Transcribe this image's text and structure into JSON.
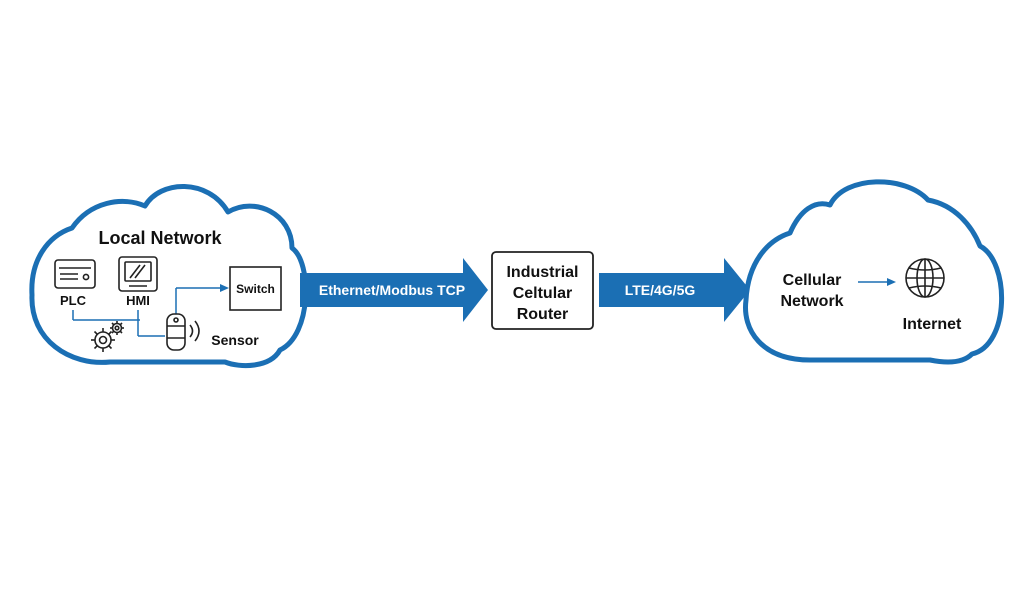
{
  "local_network": {
    "title": "Local Network",
    "plc_label": "PLC",
    "hmi_label": "HMI",
    "switch_label": "Switch",
    "sensor_label": "Sensor"
  },
  "link_left": {
    "label": "Ethernet/Modbus TCP"
  },
  "router": {
    "line1": "Industrial",
    "line2": "Celtular",
    "line3": "Router"
  },
  "link_right": {
    "label": "LTE/4G/5G"
  },
  "cellular": {
    "line1": "Cellular",
    "line2": "Network",
    "internet_label": "Internet"
  },
  "colors": {
    "primary_blue": "#1b6fb4",
    "text": "#111111",
    "icon_stroke": "#222222",
    "background": "#ffffff"
  },
  "icons": {
    "plc": "plc-device-icon",
    "hmi": "hmi-screen-icon",
    "gears": "gears-icon",
    "sensor": "sensor-icon",
    "globe": "globe-icon"
  }
}
